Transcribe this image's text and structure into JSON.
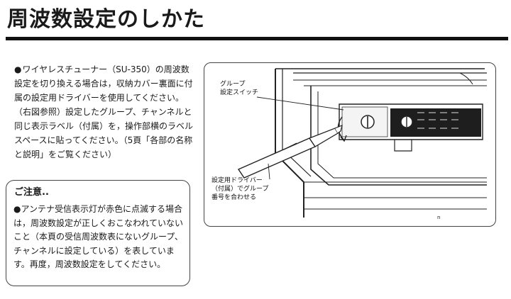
{
  "page": {
    "title": "周波数設定のしかた"
  },
  "description": {
    "bullet": "●",
    "text": "ワイヤレスチューナー（SU-350）の周波数設定を切り換える場合は，収納カバー裏面に付属の設定用ドライバーを使用してください。（右図参照）設定したグループ、チャンネルと同じ表示ラベル（付属）を，操作部横のラベルスペースに貼ってください。（5頁「各部の名称と説明」をご覧ください）"
  },
  "caution": {
    "title": "ご注意..",
    "bullet": "●",
    "text": "アンテナ受信表示灯が赤色に点滅する場合は，周波数設定が正しくおこなわれていないこと（本頁の受信周波数表にないグループ、チャンネルに設定している）を表しています。再度，周波数設定をしてください。"
  },
  "figure": {
    "callout_switch": "グループ\n設定スイッチ",
    "callout_driver": "設定用ドライバー\n（付属）でグループ\n番号を合わせる",
    "page_mark": "n",
    "icons": [
      "screwdriver-illustration",
      "rotary-switch-icon",
      "curved-arrow-icon"
    ]
  }
}
